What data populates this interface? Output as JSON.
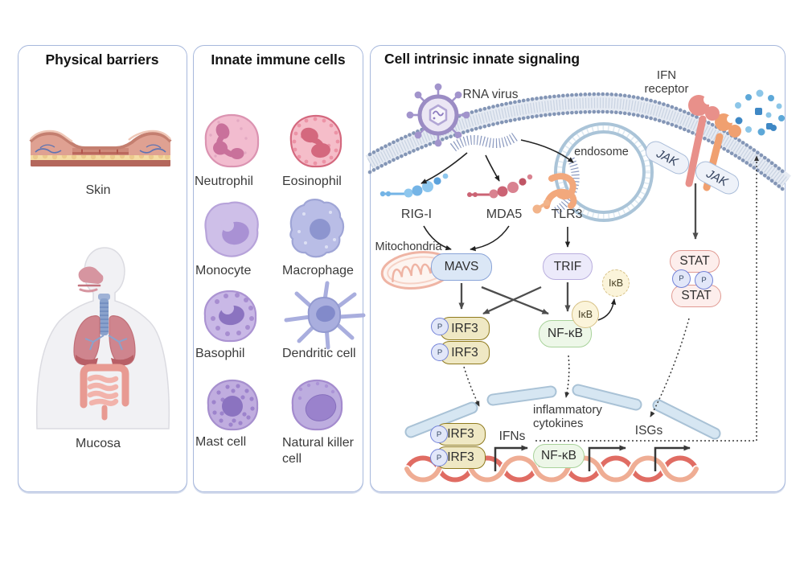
{
  "figure": {
    "panel1": {
      "title": "Physical barriers",
      "skin_label": "Skin",
      "mucosa_label": "Mucosa"
    },
    "panel2": {
      "title": "Innate immune cells",
      "cells": [
        {
          "label": "Neutrophil"
        },
        {
          "label": "Eosinophil"
        },
        {
          "label": "Monocyte"
        },
        {
          "label": "Macrophage"
        },
        {
          "label": "Basophil"
        },
        {
          "label": "Dendritic cell"
        },
        {
          "label": "Mast cell"
        },
        {
          "label": "Natural killer cell"
        }
      ]
    },
    "panel3": {
      "title": "Cell intrinsic innate signaling",
      "virus_label": "RNA virus",
      "ifn_receptor_label": "IFN receptor",
      "endosome_label": "endosome",
      "rig_i": "RIG-I",
      "mda5": "MDA5",
      "tlr3": "TLR3",
      "mitochondria": "Mitochondria",
      "mavs": "MAVS",
      "trif": "TRIF",
      "nfkb": "NF-κB",
      "irf3": "IRF3",
      "ikb": "IκB",
      "stat": "STAT",
      "jak": "JAK",
      "phospho": "P",
      "ifns": "IFNs",
      "inflammatory_cytokines": "inflammatory cytokines",
      "isgs": "ISGs"
    },
    "colors": {
      "panel_border": "#a7b8dc",
      "membrane": "#8496b6",
      "virus_purple": "#9b8cc4",
      "rig_i_blue": "#74b4e6",
      "mda5_rose": "#cb6374",
      "tlr3_orange": "#f2a87c",
      "receptor_pink": "#e8908a",
      "receptor_orange": "#f0a070",
      "ifn_dot_blue": "#3f88c5",
      "mavs_fill": "#dbe7f6",
      "irf3_fill": "#efe8c4",
      "nfkb_fill": "#edf7e8",
      "stat_fill": "#fdeeec",
      "dna_red": "#e06c63",
      "dna_salmon": "#efad94",
      "nuclear_envelope": "#d6e6f2"
    }
  }
}
